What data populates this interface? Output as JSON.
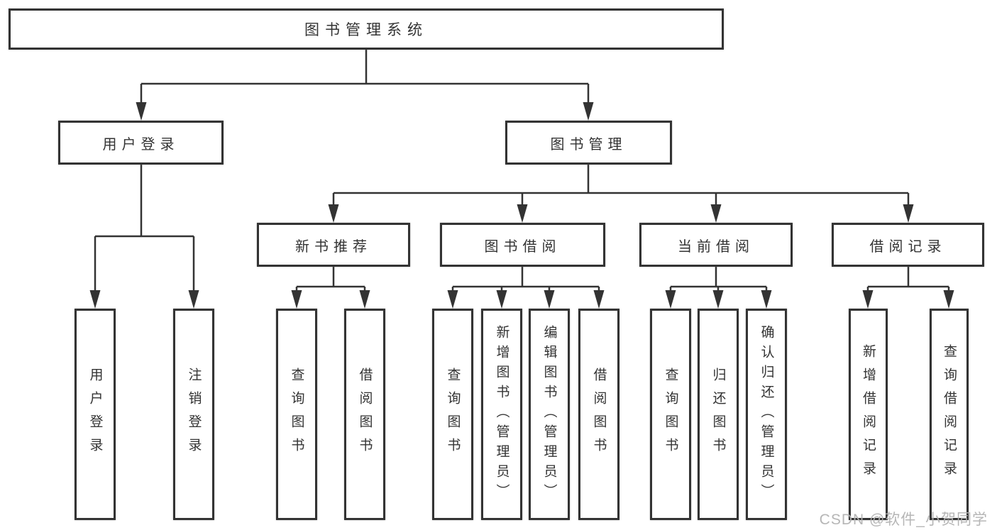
{
  "watermark": {
    "text": "CSDN @软件_小贺同学"
  },
  "colors": {
    "line": "#333333",
    "text": "#333333",
    "watermark": "#b2b2b2",
    "background": "#ffffff"
  },
  "tree": {
    "root": {
      "label": "图书管理系统"
    },
    "children": [
      {
        "label": "用户登录",
        "children": [
          {
            "label": "用户登录"
          },
          {
            "label": "注销登录"
          }
        ]
      },
      {
        "label": "图书管理",
        "children": [
          {
            "label": "新书推荐",
            "children": [
              {
                "label": "查询图书"
              },
              {
                "label": "借阅图书"
              }
            ]
          },
          {
            "label": "图书借阅",
            "children": [
              {
                "label": "查询图书"
              },
              {
                "label": "新增图书（管理员）"
              },
              {
                "label": "编辑图书（管理员）"
              },
              {
                "label": "借阅图书"
              }
            ]
          },
          {
            "label": "当前借阅",
            "children": [
              {
                "label": "查询图书"
              },
              {
                "label": "归还图书"
              },
              {
                "label": "确认归还（管理员）"
              }
            ]
          },
          {
            "label": "借阅记录",
            "children": [
              {
                "label": "新增借阅记录"
              },
              {
                "label": "查询借阅记录"
              }
            ]
          }
        ]
      }
    ]
  }
}
